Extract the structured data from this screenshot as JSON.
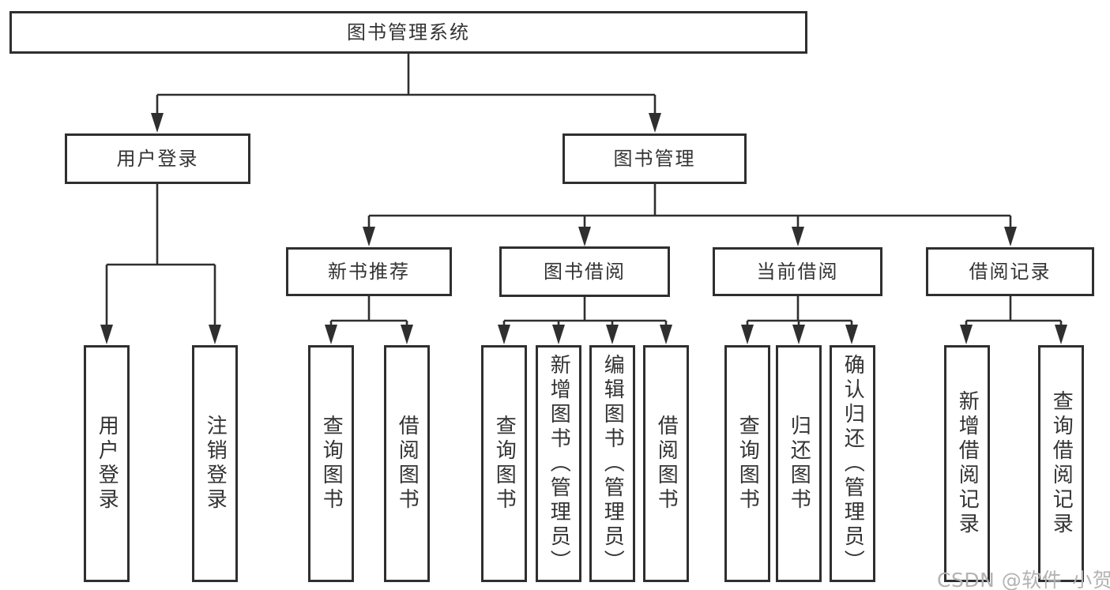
{
  "diagram_type": "hierarchy-tree",
  "colors": {
    "line": "#2f2f2f",
    "box_border": "#2f2f2f",
    "text": "#333333",
    "background": "#ffffff",
    "watermark_text": "#b3b3b3"
  },
  "watermark": "CSDN @软件_小贺同学",
  "root": {
    "label": "图书管理系统",
    "children": [
      {
        "label": "用户登录",
        "children": [
          {
            "label": "用户登录"
          },
          {
            "label": "注销登录"
          }
        ]
      },
      {
        "label": "图书管理",
        "children": [
          {
            "label": "新书推荐",
            "children": [
              {
                "label": "查询图书"
              },
              {
                "label": "借阅图书"
              }
            ]
          },
          {
            "label": "图书借阅",
            "children": [
              {
                "label": "查询图书"
              },
              {
                "label": "新增图书（管理员）"
              },
              {
                "label": "编辑图书（管理员）"
              },
              {
                "label": "借阅图书"
              }
            ]
          },
          {
            "label": "当前借阅",
            "children": [
              {
                "label": "查询图书"
              },
              {
                "label": "归还图书"
              },
              {
                "label": "确认归还（管理员）"
              }
            ]
          },
          {
            "label": "借阅记录",
            "children": [
              {
                "label": "新增借阅记录"
              },
              {
                "label": "查询借阅记录"
              }
            ]
          }
        ]
      }
    ]
  }
}
